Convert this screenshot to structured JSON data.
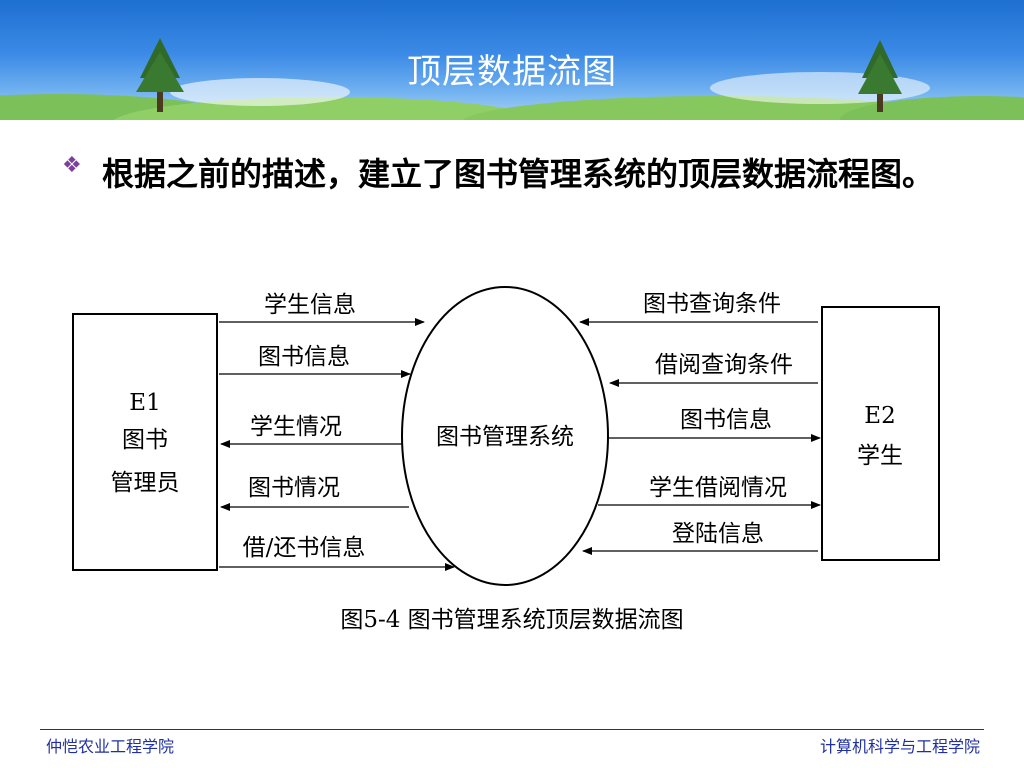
{
  "slide": {
    "title": "顶层数据流图",
    "bullet": "根据之前的描述，建立了图书管理系统的顶层数据流程图。",
    "caption": "图5-4  图书管理系统顶层数据流图"
  },
  "diagram": {
    "process": "图书管理系统",
    "entity_left": {
      "id": "E1",
      "line1": "图书",
      "line2": "管理员"
    },
    "entity_right": {
      "id": "E2",
      "line1": "学生"
    },
    "left_flows": [
      "学生信息",
      "图书信息",
      "学生情况",
      "图书情况",
      "借/还书信息"
    ],
    "right_flows": [
      "图书查询条件",
      "借阅查询条件",
      "图书信息",
      "学生借阅情况",
      "登陆信息"
    ]
  },
  "footer": {
    "left": "仲恺农业工程学院",
    "right": "计算机科学与工程学院"
  },
  "colors": {
    "banner": "#2f7fdc",
    "footer_text": "#2030a0",
    "bullet": "#7a3fa0"
  }
}
